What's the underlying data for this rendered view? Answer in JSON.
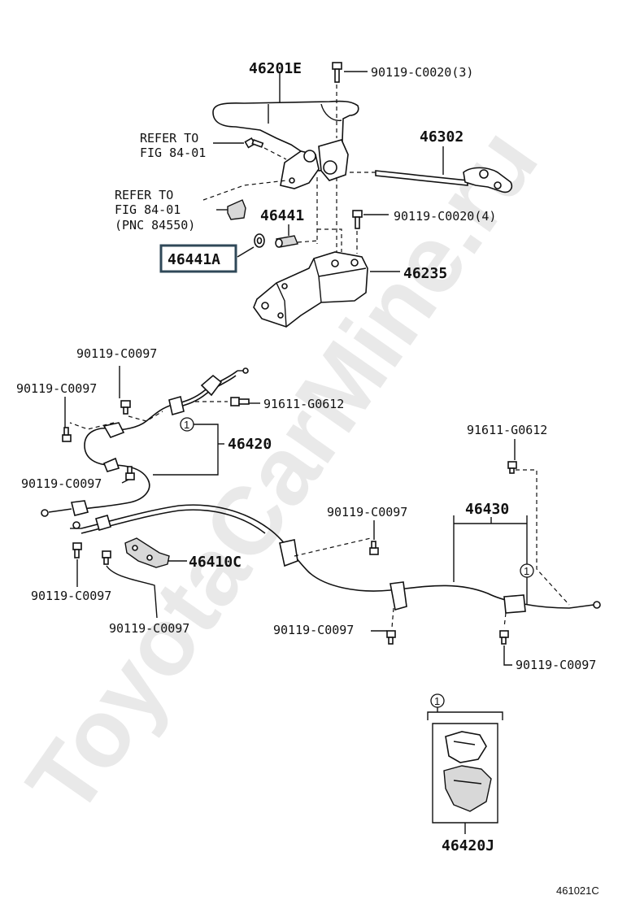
{
  "watermark": "ToyotaCarMine.ru",
  "figure_id": "461021C",
  "callouts": {
    "p46201E": "46201E",
    "bolt_top": "90119-C0020(3)",
    "refer_1_line1": "REFER TO",
    "refer_1_line2": "FIG 84-01",
    "p46302": "46302",
    "refer_2_line1": "REFER TO",
    "refer_2_line2": "FIG 84-01",
    "refer_2_line3": "(PNC 84550)",
    "p46441": "46441",
    "bolt_mid": "90119-C0020(4)",
    "p46441A": "46441A",
    "p46235": "46235",
    "c0097_a": "90119-C0097",
    "c0097_b": "90119-C0097",
    "g0612_a": "91611-G0612",
    "p46420": "46420",
    "c0097_c": "90119-C0097",
    "g0612_b": "91611-G0612",
    "c0097_d": "90119-C0097",
    "p46430": "46430",
    "p46410C": "46410C",
    "c0097_e": "90119-C0097",
    "c0097_f": "90119-C0097",
    "c0097_g": "90119-C0097",
    "c0097_h": "90119-C0097",
    "p46420J": "46420J"
  },
  "ref_marks": {
    "m1": "1",
    "m2": "1",
    "m3": "1"
  },
  "colors": {
    "ink": "#111111",
    "highlight_box": "#2f4858",
    "watermark": "#e9e9e9"
  }
}
